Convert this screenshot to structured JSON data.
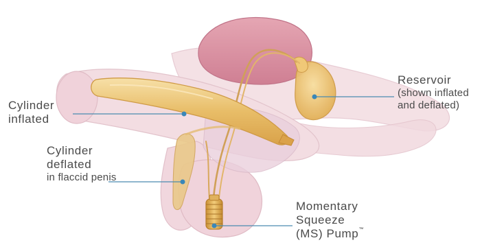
{
  "labels": {
    "reservoir": {
      "title": "Reservoir",
      "note_line1": "(shown inflated",
      "note_line2": "and deflated)"
    },
    "cylinder_inflated": {
      "line1": "Cylinder",
      "line2": "inflated"
    },
    "cylinder_deflated": {
      "line1": "Cylinder",
      "line2": "deflated",
      "note": "in flaccid penis"
    },
    "pump": {
      "line1": "Momentary",
      "line2": "Squeeze",
      "line3": "(MS) Pump",
      "trademark": "™"
    }
  },
  "colors": {
    "leader_line": "#4a8bb0",
    "leader_dot": "#3a87b8",
    "label_text": "#4a4a4a",
    "device_gold": "#e6b96a",
    "tissue_pink": "#eccbd2",
    "bladder": "#d68a9b"
  }
}
